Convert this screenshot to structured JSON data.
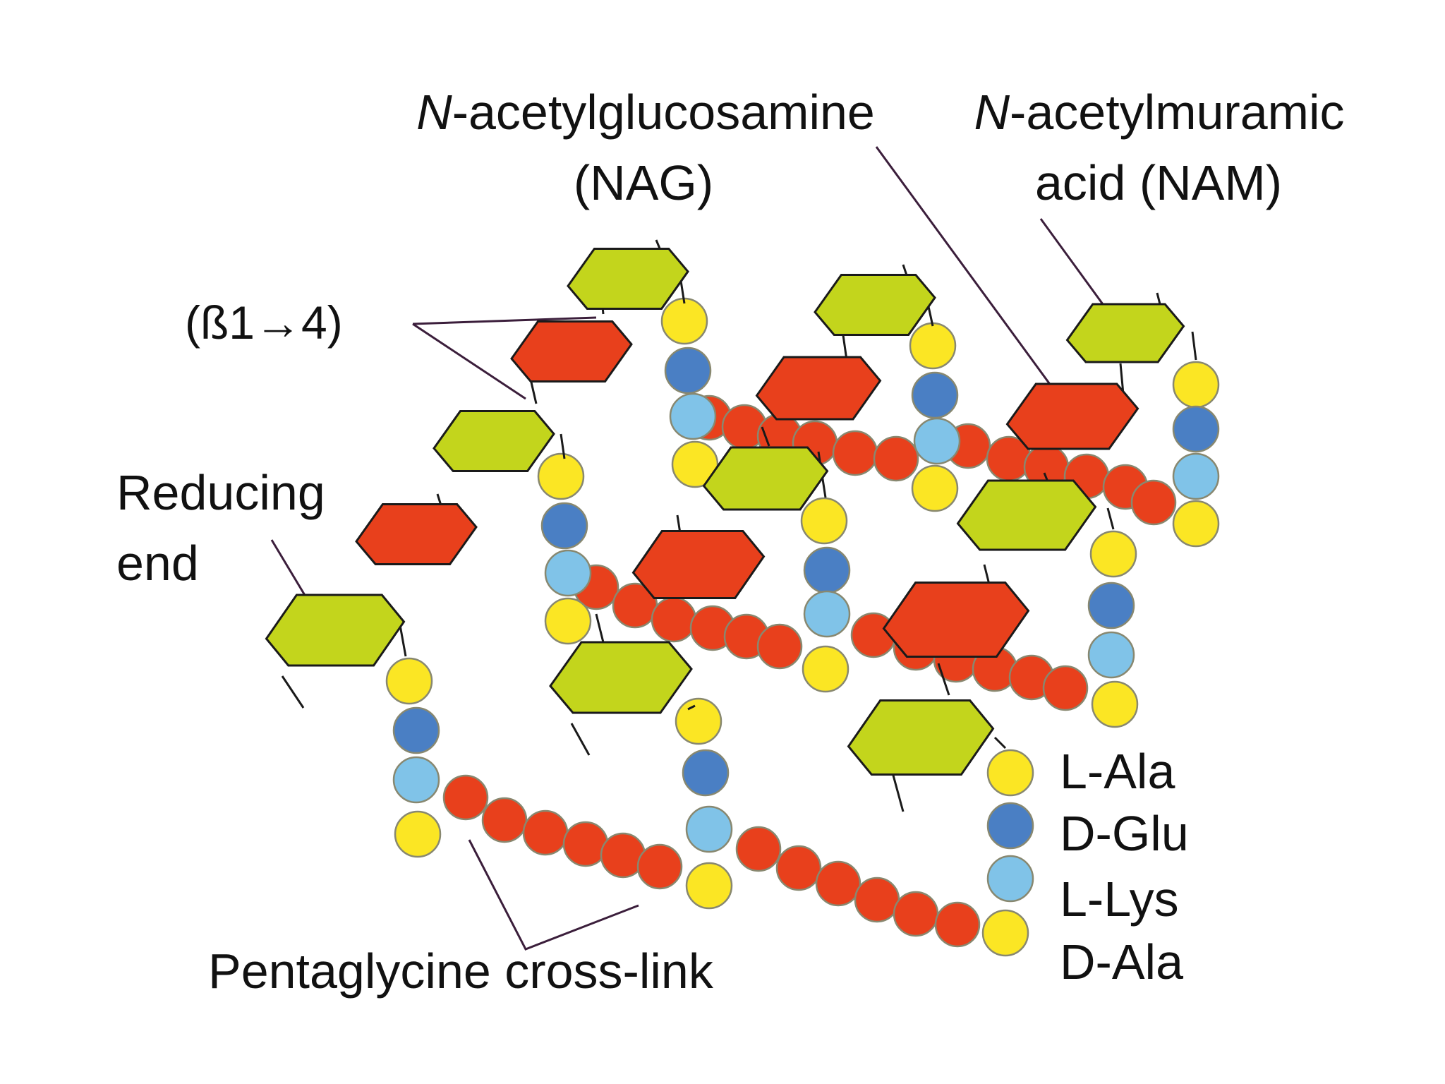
{
  "labels": {
    "nag_prefix": "N",
    "nag_name": "-acetylglucosamine",
    "nag_abbr": "(NAG)",
    "nam_prefix": "N",
    "nam_name": "-acetylmuramic",
    "nam_abbr": "acid (NAM)",
    "beta_bond": "(ß1→4)",
    "reducing_end_line1": "Reducing",
    "reducing_end_line2": "end",
    "crosslink": "Pentaglycine cross-link",
    "aa1": "L-Ala",
    "aa2": "D-Glu",
    "aa3": "L-Lys",
    "aa4": "D-Ala"
  },
  "colors": {
    "nag": "#c3d51c",
    "nam": "#e8401c",
    "glycine": "#e8401c",
    "ala": "#fbe624",
    "glu": "#4a7fc4",
    "lys": "#80c3e8",
    "leader": "#3b1e3b"
  }
}
